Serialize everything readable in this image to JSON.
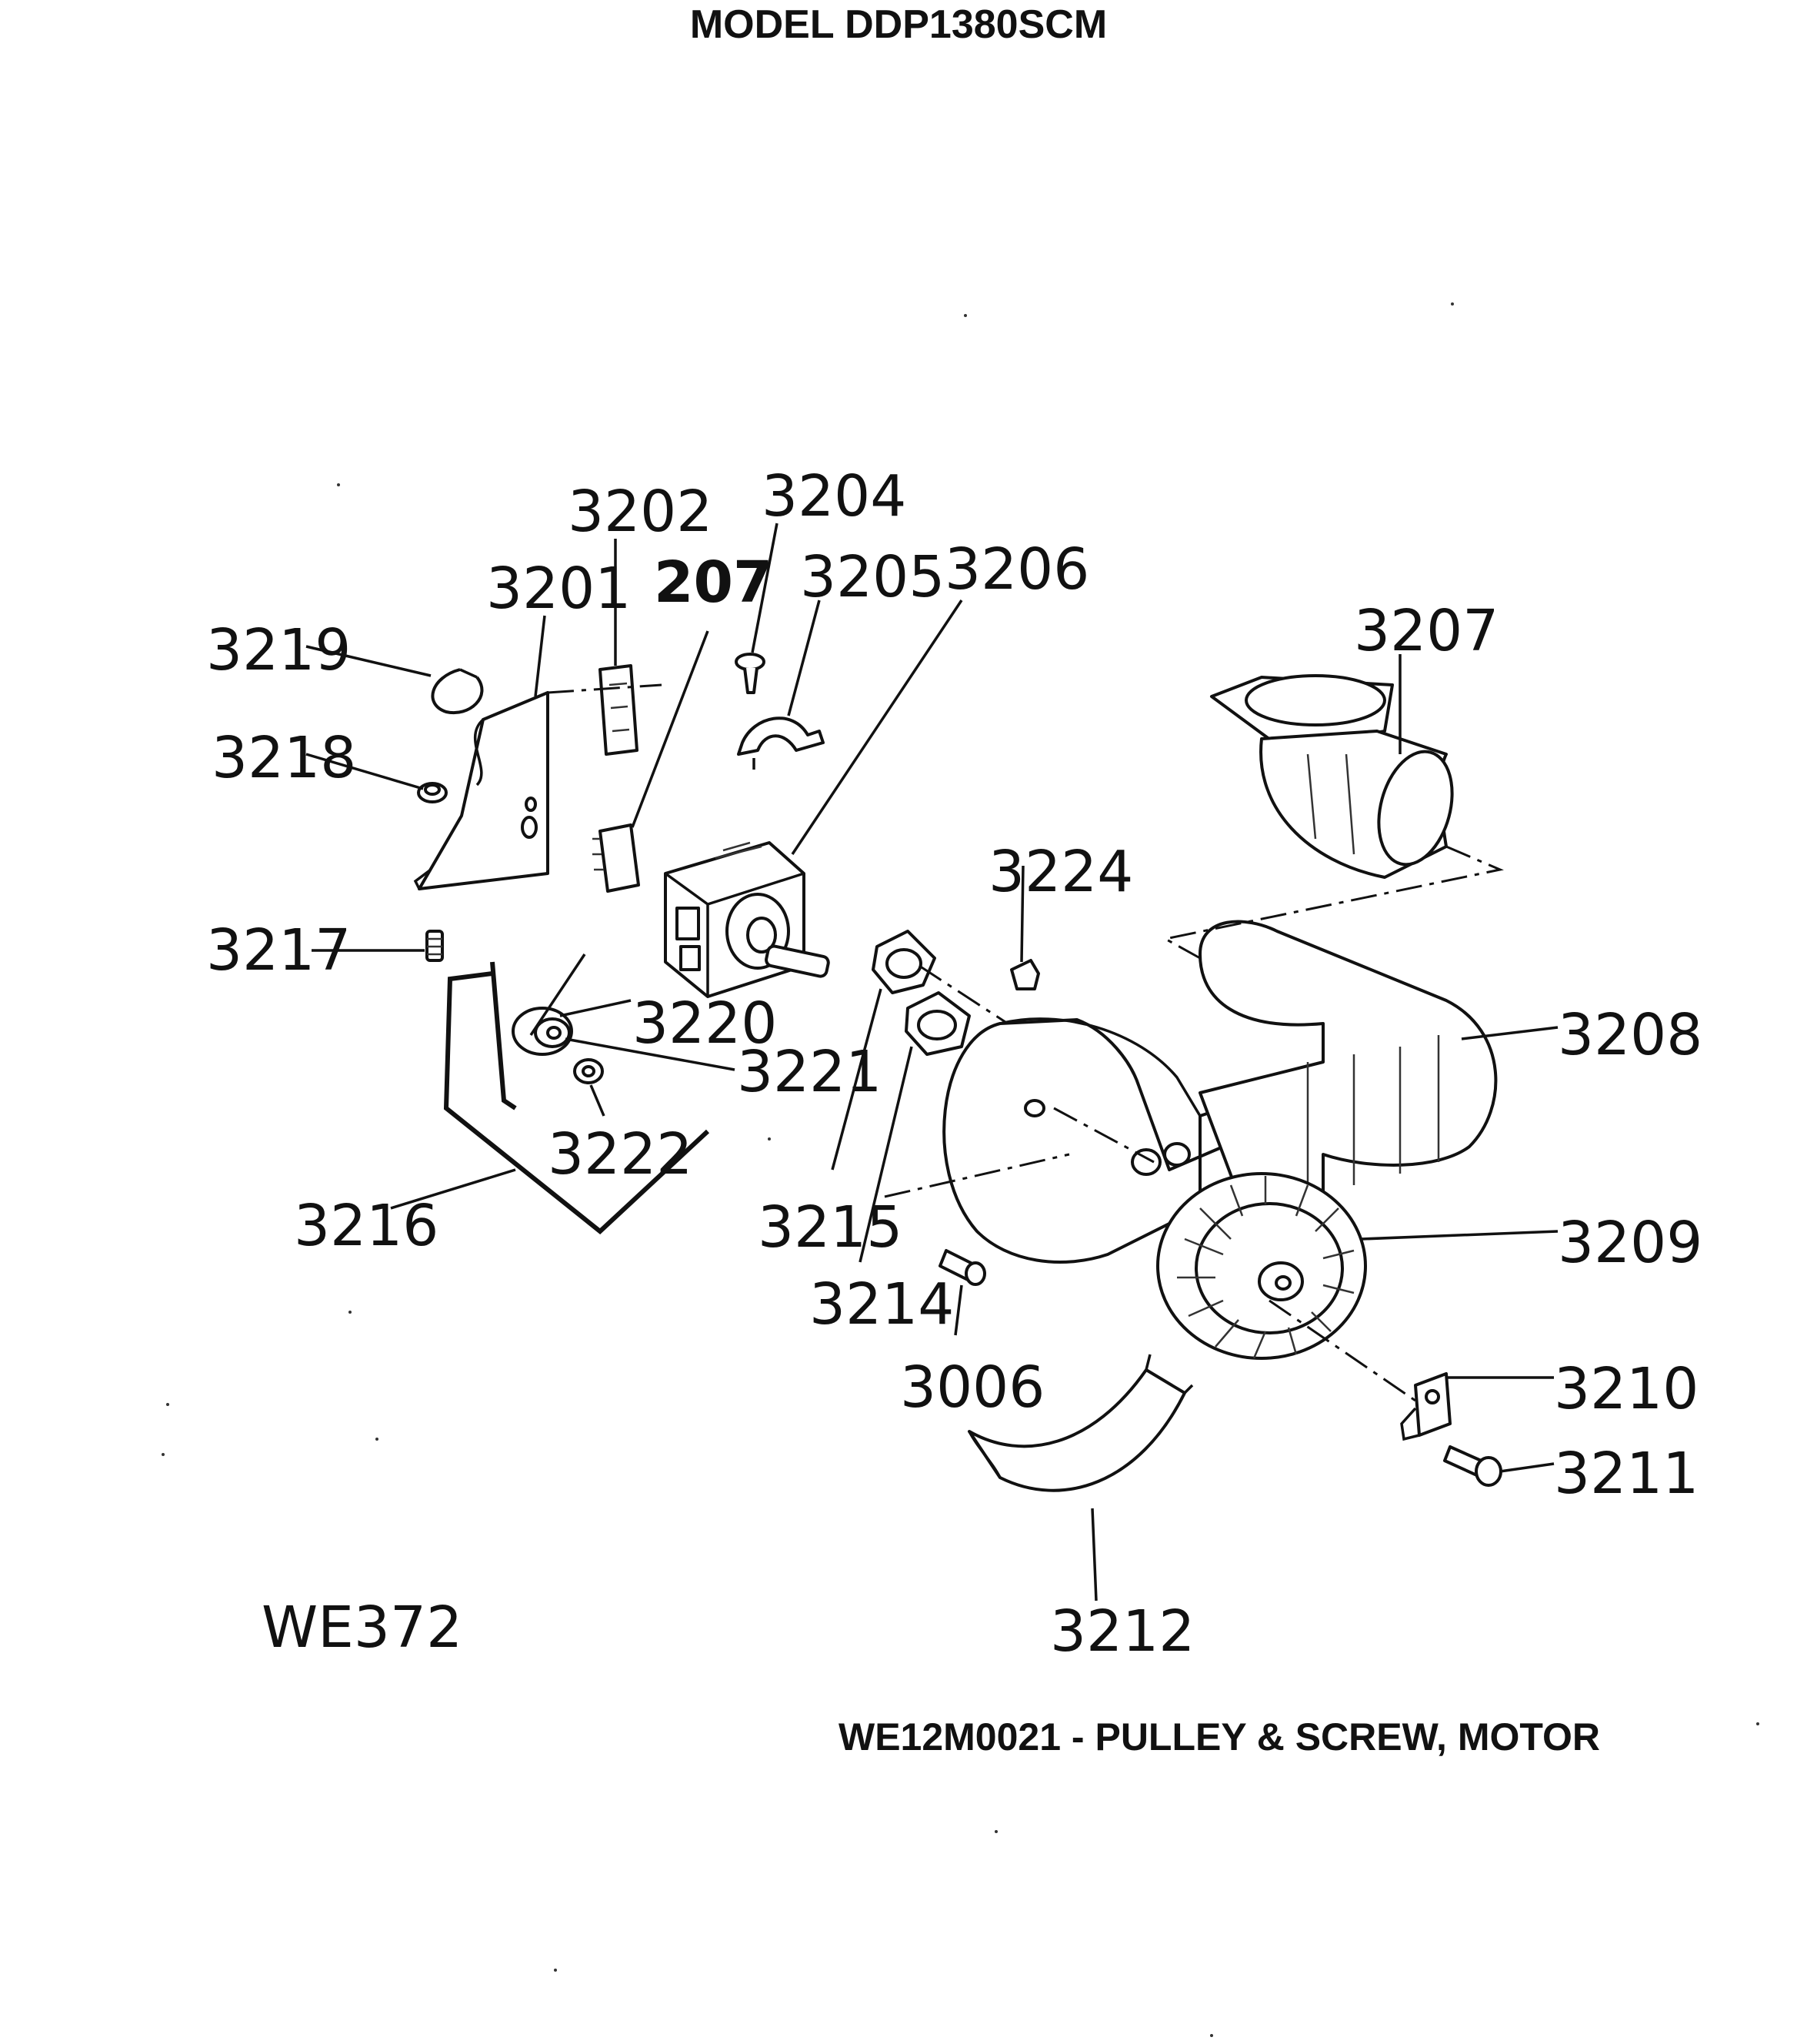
{
  "title": "MODEL DDP1380SCM",
  "diagram_code": "WE372",
  "footer_note": "WE12M0021 - PULLEY & SCREW, MOTOR",
  "part_labels": {
    "p3201": "3201",
    "p3202": "3202",
    "p207": "207",
    "p3204": "3204",
    "p3205": "3205",
    "p3206": "3206",
    "p3207": "3207",
    "p3208": "3208",
    "p3209": "3209",
    "p3210": "3210",
    "p3211": "3211",
    "p3212": "3212",
    "p3214": "3214",
    "p3215": "3215",
    "p3216": "3216",
    "p3217": "3217",
    "p3218": "3218",
    "p3219": "3219",
    "p3220": "3220",
    "p3221": "3221",
    "p3222": "3222",
    "p3224": "3224",
    "p3006": "3006"
  }
}
